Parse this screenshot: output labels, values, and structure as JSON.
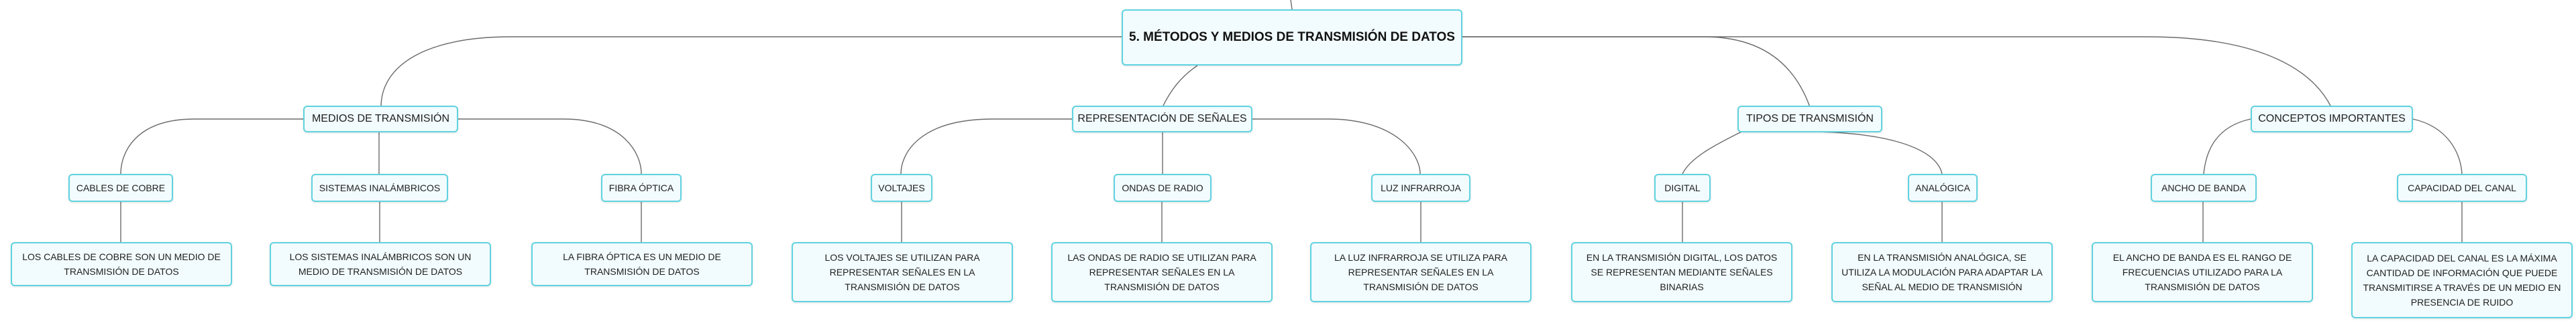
{
  "root": {
    "label": "5. MÉTODOS Y MEDIOS DE TRANSMISIÓN DE DATOS"
  },
  "branches": [
    {
      "label": "MEDIOS DE TRANSMISIÓN",
      "children": [
        {
          "label": "CABLES DE COBRE",
          "detail": "LOS CABLES DE COBRE SON UN MEDIO DE TRANSMISIÓN DE DATOS"
        },
        {
          "label": "SISTEMAS INALÁMBRICOS",
          "detail": "LOS SISTEMAS INALÁMBRICOS SON UN MEDIO DE TRANSMISIÓN DE DATOS"
        },
        {
          "label": "FIBRA ÓPTICA",
          "detail": "LA FIBRA ÓPTICA ES UN MEDIO DE TRANSMISIÓN DE DATOS"
        }
      ]
    },
    {
      "label": "REPRESENTACIÓN DE SEÑALES",
      "children": [
        {
          "label": "VOLTAJES",
          "detail": "LOS VOLTAJES SE UTILIZAN PARA REPRESENTAR SEÑALES EN LA TRANSMISIÓN DE DATOS"
        },
        {
          "label": "ONDAS DE RADIO",
          "detail": "LAS ONDAS DE RADIO SE UTILIZAN PARA REPRESENTAR SEÑALES EN LA TRANSMISIÓN DE DATOS"
        },
        {
          "label": "LUZ INFRARROJA",
          "detail": "LA LUZ INFRARROJA SE UTILIZA PARA REPRESENTAR SEÑALES EN LA TRANSMISIÓN DE DATOS"
        }
      ]
    },
    {
      "label": "TIPOS DE TRANSMISIÓN",
      "children": [
        {
          "label": "DIGITAL",
          "detail": "EN LA TRANSMISIÓN DIGITAL, LOS DATOS SE REPRESENTAN MEDIANTE SEÑALES BINARIAS"
        },
        {
          "label": "ANALÓGICA",
          "detail": "EN LA TRANSMISIÓN ANALÓGICA, SE UTILIZA LA MODULACIÓN PARA ADAPTAR LA SEÑAL AL MEDIO DE TRANSMISIÓN"
        }
      ]
    },
    {
      "label": "CONCEPTOS IMPORTANTES",
      "children": [
        {
          "label": "ANCHO DE BANDA",
          "detail": "EL ANCHO DE BANDA ES EL RANGO DE FRECUENCIAS UTILIZADO PARA LA TRANSMISIÓN DE DATOS"
        },
        {
          "label": "CAPACIDAD DEL CANAL",
          "detail": "LA CAPACIDAD DEL CANAL ES LA MÁXIMA CANTIDAD DE INFORMACIÓN QUE PUEDE TRANSMITIRSE A TRAVÉS DE UN MEDIO EN PRESENCIA DE RUIDO"
        }
      ]
    }
  ],
  "colors": {
    "node_border": "#5fd3df",
    "node_fill": "#f2fbfd",
    "connector": "#6b6b6b"
  }
}
